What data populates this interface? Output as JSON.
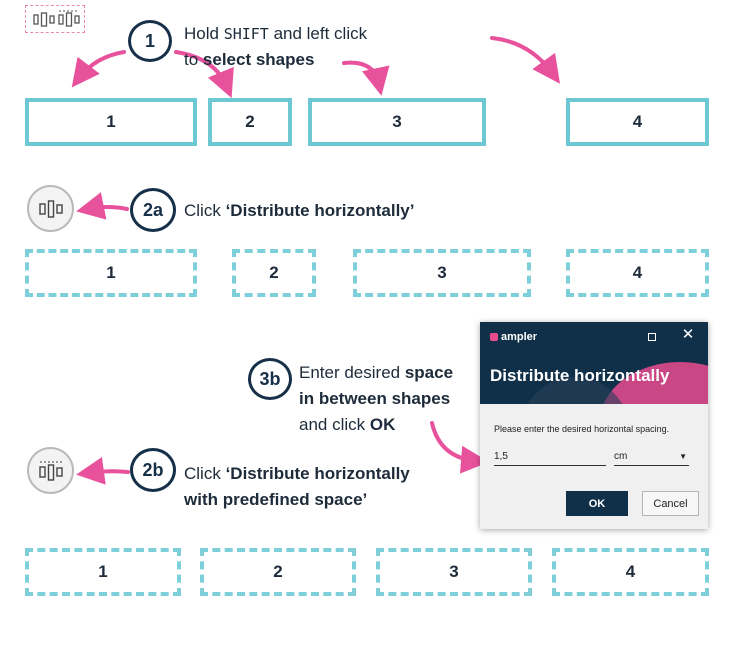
{
  "top_icons": [
    "distribute-horizontally-icon",
    "distribute-horizontally-spaced-icon"
  ],
  "step1": {
    "badge": "1",
    "line1_prefix": "Hold ",
    "line1_key": "SHIFT",
    "line1_suffix": " and left click",
    "line2_prefix": "to ",
    "line2_bold": "select shapes"
  },
  "row1_boxes": [
    "1",
    "2",
    "3",
    "4"
  ],
  "step2a": {
    "badge": "2a",
    "prefix": "Click ",
    "bold": "‘Distribute horizontally’",
    "icon": "distribute-horizontally-icon"
  },
  "row2_boxes": [
    "1",
    "2",
    "3",
    "4"
  ],
  "step3b": {
    "badge": "3b",
    "line1_prefix": "Enter desired ",
    "line1_bold": "space",
    "line2_bold": "in between shapes",
    "line3_prefix": "and click ",
    "line3_bold": "OK"
  },
  "step2b": {
    "badge": "2b",
    "line1_prefix": "Click ",
    "line1_bold": "‘Distribute horizontally",
    "line2_bold": "with predefined space’",
    "icon": "distribute-horizontally-spaced-icon"
  },
  "dialog": {
    "brand": "ampler",
    "title": "Distribute horizontally",
    "prompt": "Please enter the desired horizontal spacing.",
    "value": "1,5",
    "unit": "cm",
    "ok_label": "OK",
    "cancel_label": "Cancel"
  },
  "row3_boxes": [
    "1",
    "2",
    "3",
    "4"
  ],
  "colors": {
    "shape_border": "#6cc9d4",
    "arrow": "#e8529c",
    "badge": "#17304a",
    "dialog_header": "#0f3048",
    "dialog_accent": "#e94b8f"
  }
}
